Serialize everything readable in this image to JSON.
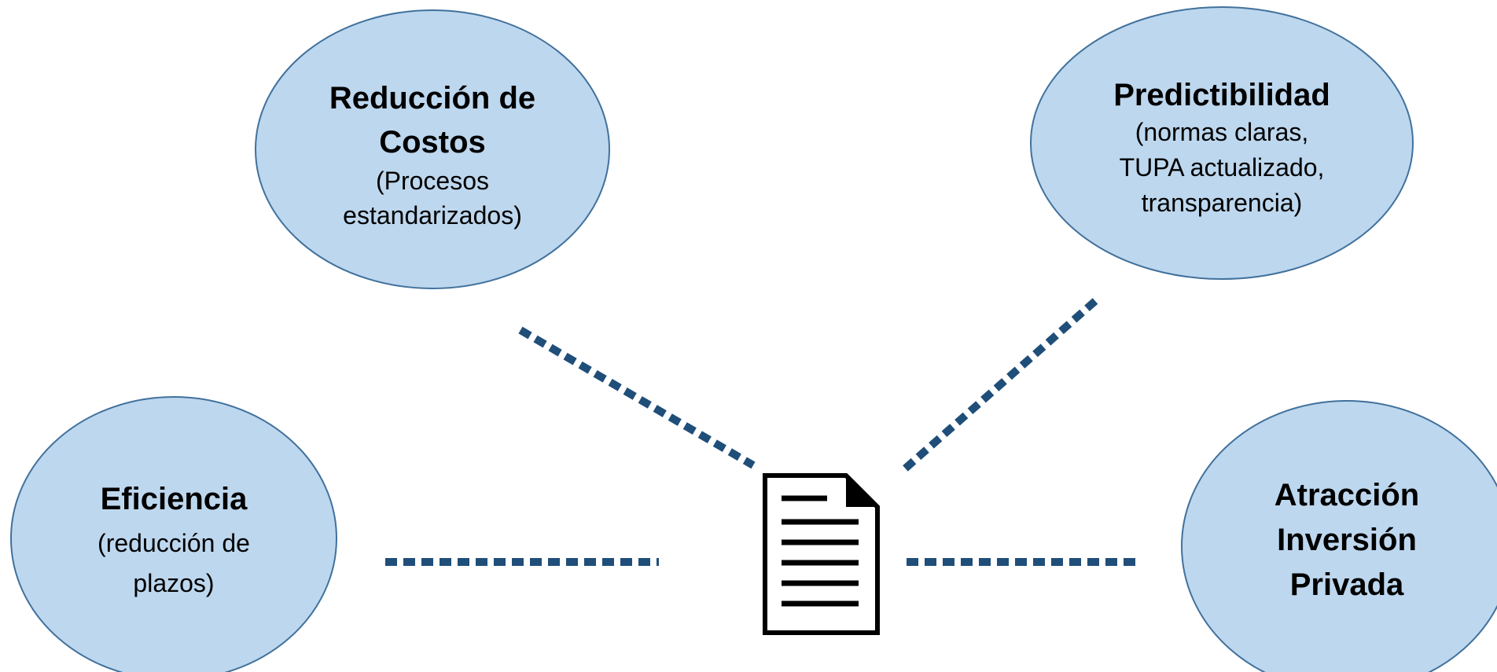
{
  "colors": {
    "node_fill": "#bdd7ee",
    "node_stroke": "#41719c",
    "connector": "#1f4e79",
    "document_stroke": "#000000",
    "document_fill": "#ffffff"
  },
  "center_icon": "document-icon",
  "nodes": {
    "costs": {
      "title_line1": "Reducción de",
      "title_line2": "Costos",
      "desc_line1": "(Procesos",
      "desc_line2": "estandarizados)"
    },
    "predictability": {
      "title": "Predictibilidad",
      "desc_line1": "(normas claras,",
      "desc_line2": "TUPA actualizado,",
      "desc_line3": "transparencia)"
    },
    "efficiency": {
      "title": "Eficiencia",
      "desc_line1": "(reducción de",
      "desc_line2": "plazos)"
    },
    "investment": {
      "title_line1": "Atracción",
      "title_line2": "Inversión",
      "title_line3": "Privada"
    }
  }
}
